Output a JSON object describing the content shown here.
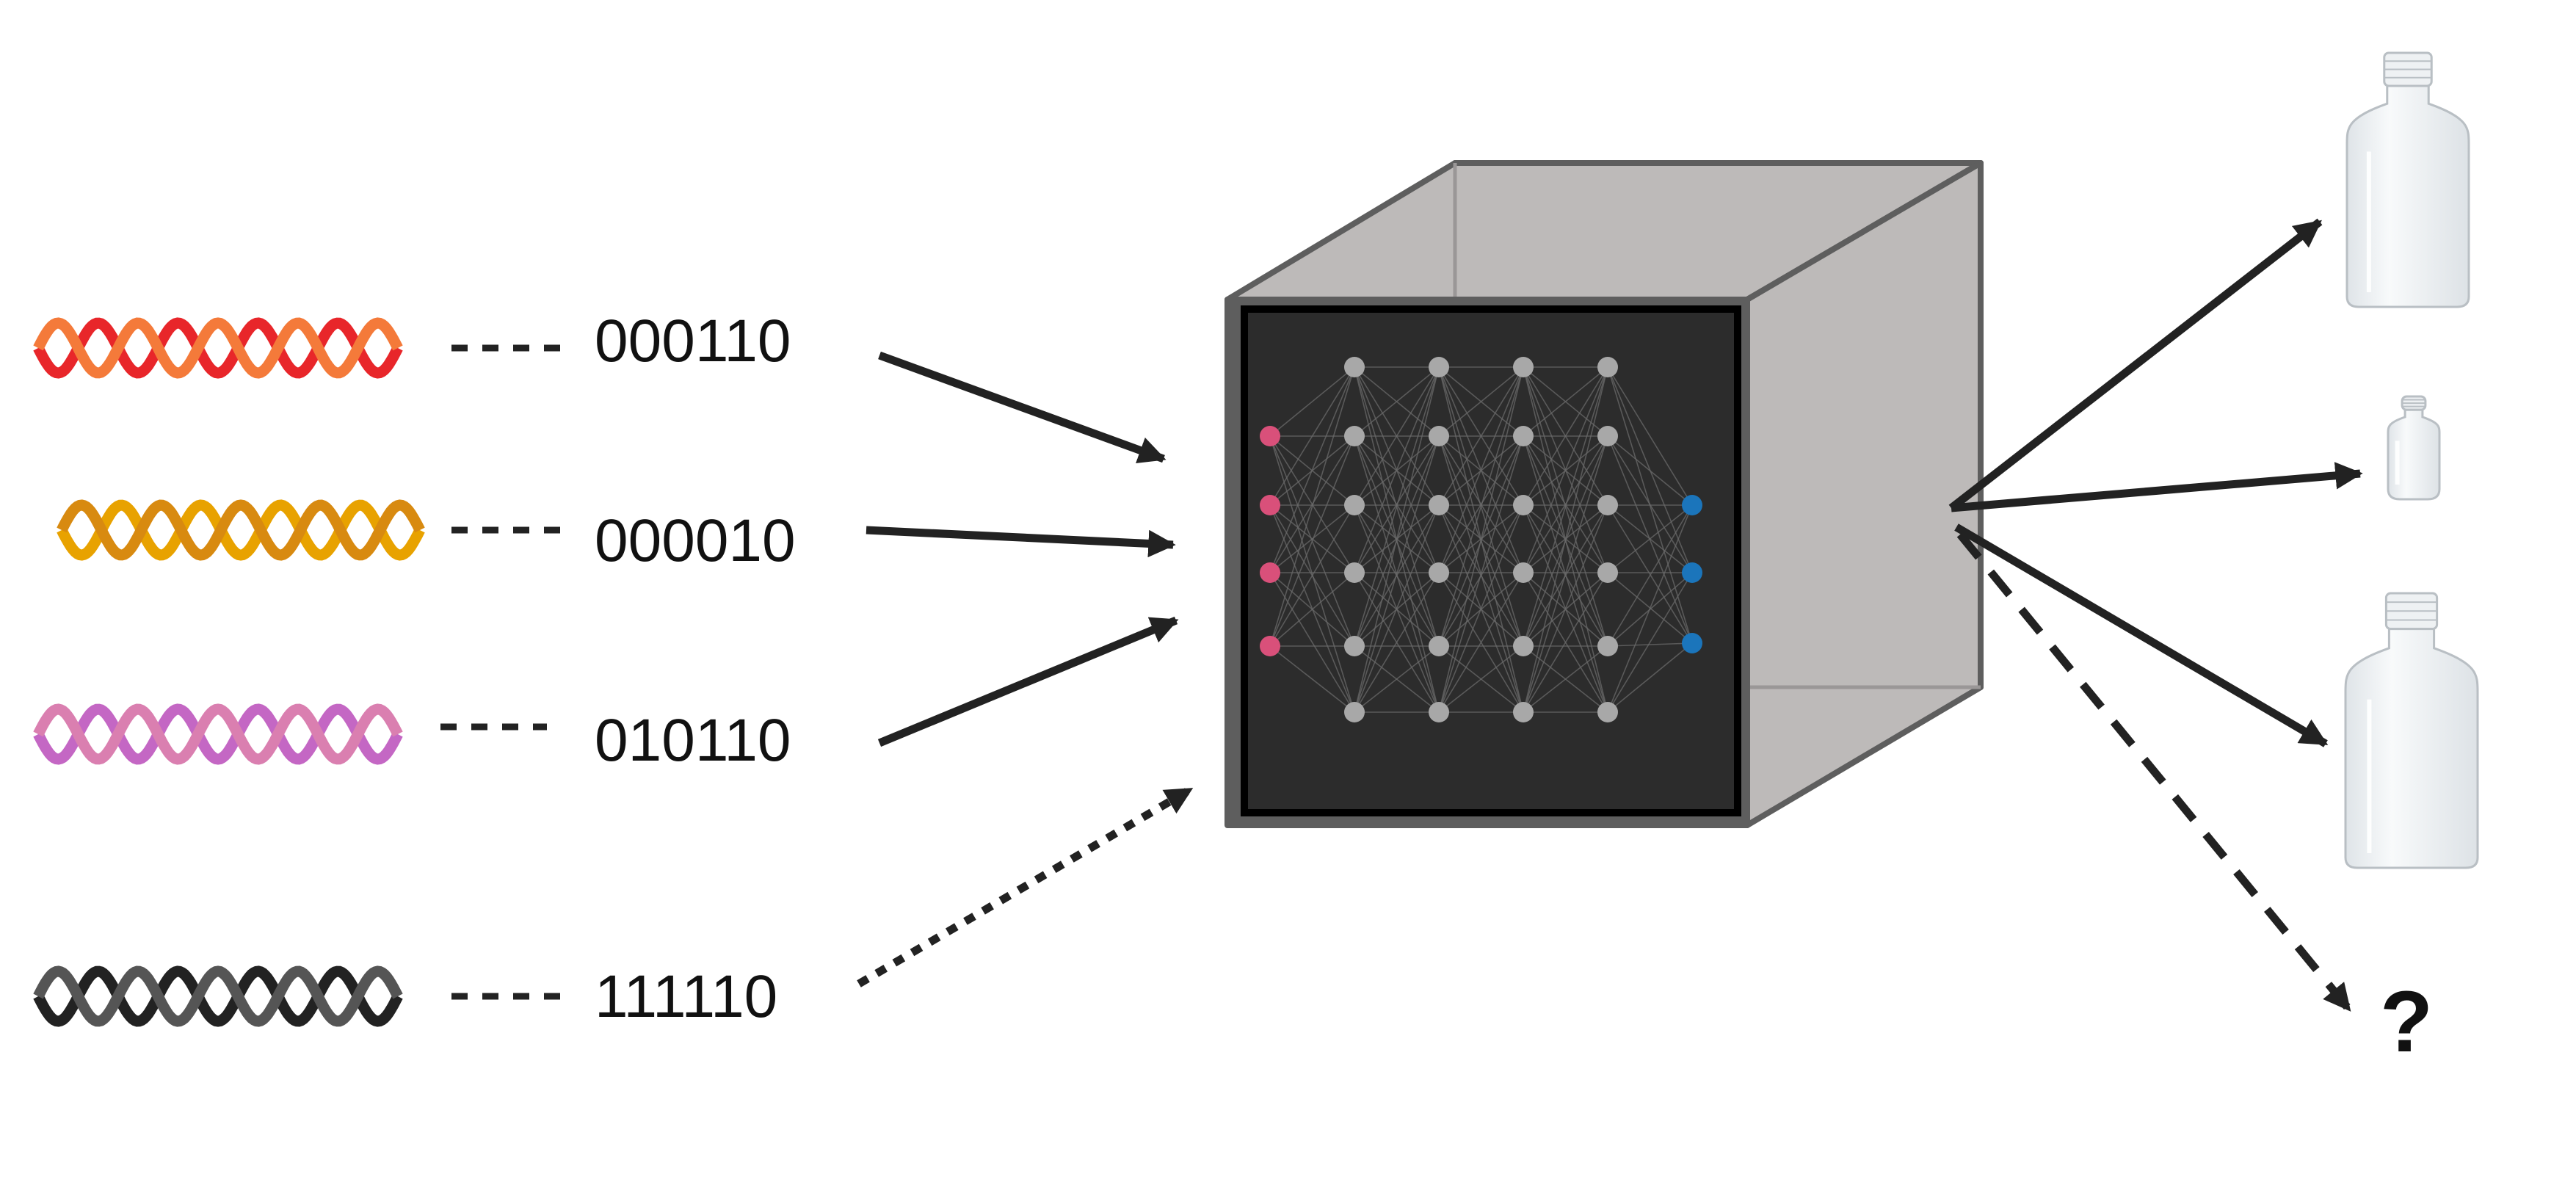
{
  "inputs": [
    {
      "code": "000110",
      "colors": [
        "#e8262a",
        "#f47a3a"
      ]
    },
    {
      "code": "000010",
      "colors": [
        "#e8a200",
        "#d88a10"
      ]
    },
    {
      "code": "010110",
      "colors": [
        "#c467c4",
        "#da7fb0"
      ]
    },
    {
      "code": "111110",
      "colors": [
        "#222222",
        "#555555"
      ]
    }
  ],
  "unknown_output_label": "?",
  "colors": {
    "arrow": "#222222",
    "cube_face": "#bdbab9",
    "cube_edge": "#5e5e5e",
    "screen": "#2c2c2c",
    "input_node": "#d9507a",
    "hidden_node": "#a8a8a8",
    "output_node": "#1b75bb",
    "bottle": "#eef1f3",
    "bottle_edge": "#b9bfc4"
  },
  "network": {
    "input_nodes": 4,
    "hidden_layers": 4,
    "hidden_nodes_per_layer": 6,
    "output_nodes": 3
  },
  "icons": [
    "dna-helix-icon",
    "neural-network-icon",
    "bottle-icon",
    "question-mark-icon"
  ]
}
